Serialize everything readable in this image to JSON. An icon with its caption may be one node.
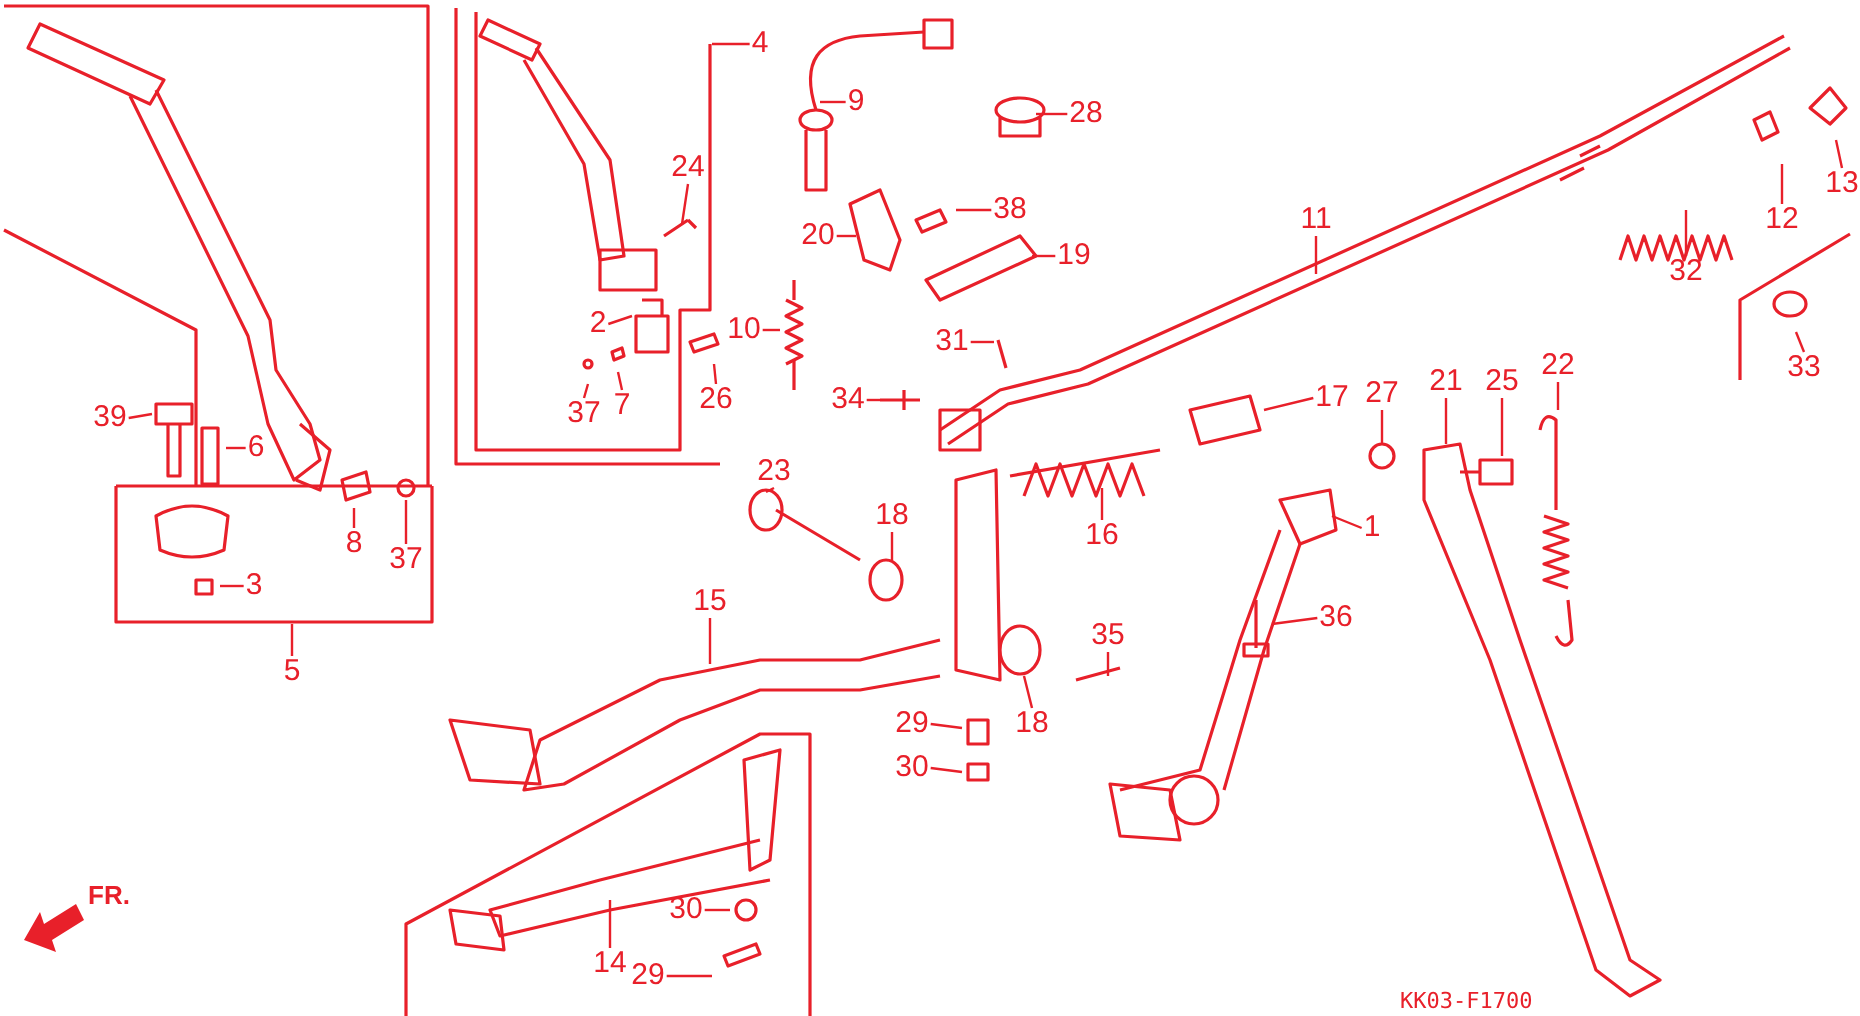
{
  "diagram": {
    "nodes": [
      {
        "text": [
          "4"
        ]
      },
      {
        "text": [
          "9"
        ]
      },
      {
        "text": [
          "28"
        ]
      },
      {
        "text": [
          "24"
        ]
      },
      {
        "text": [
          "38"
        ]
      },
      {
        "text": [
          "20"
        ]
      },
      {
        "text": [
          "19"
        ]
      },
      {
        "text": [
          "11"
        ]
      },
      {
        "text": [
          "12"
        ]
      },
      {
        "text": [
          "13"
        ]
      },
      {
        "text": [
          "32"
        ]
      },
      {
        "text": [
          "2"
        ]
      },
      {
        "text": [
          "10"
        ]
      },
      {
        "text": [
          "31"
        ]
      },
      {
        "text": [
          "33"
        ]
      },
      {
        "text": [
          "22"
        ]
      },
      {
        "text": [
          "21"
        ]
      },
      {
        "text": [
          "25"
        ]
      },
      {
        "text": [
          "27"
        ]
      },
      {
        "text": [
          "17"
        ]
      },
      {
        "text": [
          "34"
        ]
      },
      {
        "text": [
          "26"
        ]
      },
      {
        "text": [
          "37"
        ]
      },
      {
        "text": [
          "7"
        ]
      },
      {
        "text": [
          "39"
        ]
      },
      {
        "text": [
          "6"
        ]
      },
      {
        "text": [
          "23"
        ]
      },
      {
        "text": [
          "18"
        ]
      },
      {
        "text": [
          "16"
        ]
      },
      {
        "text": [
          "1"
        ]
      },
      {
        "text": [
          "8"
        ]
      },
      {
        "text": [
          "37"
        ]
      },
      {
        "text": [
          "3"
        ]
      },
      {
        "text": [
          "15"
        ]
      },
      {
        "text": [
          "35"
        ]
      },
      {
        "text": [
          "36"
        ]
      },
      {
        "text": [
          "5"
        ]
      },
      {
        "text": [
          "18"
        ]
      },
      {
        "text": [
          "29"
        ]
      },
      {
        "text": [
          "30"
        ]
      },
      {
        "text": [
          "30"
        ]
      },
      {
        "text": [
          "14"
        ]
      },
      {
        "text": [
          "29"
        ]
      }
    ],
    "edges": [
      {
        "from": 0,
        "to": null,
        "arrow": "none"
      },
      {
        "from": 1,
        "to": null,
        "arrow": "none"
      },
      {
        "from": 2,
        "to": null,
        "arrow": "none"
      },
      {
        "from": 3,
        "to": null,
        "arrow": "none"
      },
      {
        "from": 4,
        "to": null,
        "arrow": "none"
      },
      {
        "from": 5,
        "to": null,
        "arrow": "none"
      },
      {
        "from": 6,
        "to": null,
        "arrow": "none"
      },
      {
        "from": 7,
        "to": null,
        "arrow": "none"
      },
      {
        "from": 8,
        "to": null,
        "arrow": "none"
      },
      {
        "from": 9,
        "to": null,
        "arrow": "none"
      },
      {
        "from": 10,
        "to": null,
        "arrow": "none"
      },
      {
        "from": 11,
        "to": null,
        "arrow": "none"
      },
      {
        "from": 12,
        "to": null,
        "arrow": "none"
      },
      {
        "from": 13,
        "to": null,
        "arrow": "none"
      },
      {
        "from": 14,
        "to": null,
        "arrow": "none"
      },
      {
        "from": 15,
        "to": null,
        "arrow": "none"
      },
      {
        "from": 16,
        "to": null,
        "arrow": "none"
      },
      {
        "from": 17,
        "to": null,
        "arrow": "none"
      },
      {
        "from": 18,
        "to": null,
        "arrow": "none"
      },
      {
        "from": 19,
        "to": null,
        "arrow": "none"
      },
      {
        "from": 20,
        "to": null,
        "arrow": "none"
      },
      {
        "from": 21,
        "to": null,
        "arrow": "none"
      },
      {
        "from": 22,
        "to": null,
        "arrow": "none"
      },
      {
        "from": 23,
        "to": null,
        "arrow": "none"
      },
      {
        "from": 24,
        "to": null,
        "arrow": "none"
      },
      {
        "from": 25,
        "to": null,
        "arrow": "none"
      },
      {
        "from": 26,
        "to": null,
        "arrow": "none"
      },
      {
        "from": 27,
        "to": null,
        "arrow": "none"
      },
      {
        "from": 28,
        "to": null,
        "arrow": "none"
      },
      {
        "from": 29,
        "to": null,
        "arrow": "none"
      },
      {
        "from": 30,
        "to": null,
        "arrow": "none"
      },
      {
        "from": 31,
        "to": null,
        "arrow": "none"
      },
      {
        "from": 32,
        "to": null,
        "arrow": "none"
      },
      {
        "from": 33,
        "to": null,
        "arrow": "none"
      },
      {
        "from": 34,
        "to": null,
        "arrow": "none"
      },
      {
        "from": 35,
        "to": null,
        "arrow": "none"
      },
      {
        "from": 36,
        "to": null,
        "arrow": "none"
      },
      {
        "from": 37,
        "to": null,
        "arrow": "none"
      },
      {
        "from": 38,
        "to": null,
        "arrow": "none"
      },
      {
        "from": 39,
        "to": null,
        "arrow": "none"
      },
      {
        "from": 40,
        "to": null,
        "arrow": "none"
      },
      {
        "from": 41,
        "to": null,
        "arrow": "none"
      },
      {
        "from": 42,
        "to": null,
        "arrow": "none"
      }
    ],
    "labels": [
      "FR.",
      "KK03-F1700"
    ]
  }
}
